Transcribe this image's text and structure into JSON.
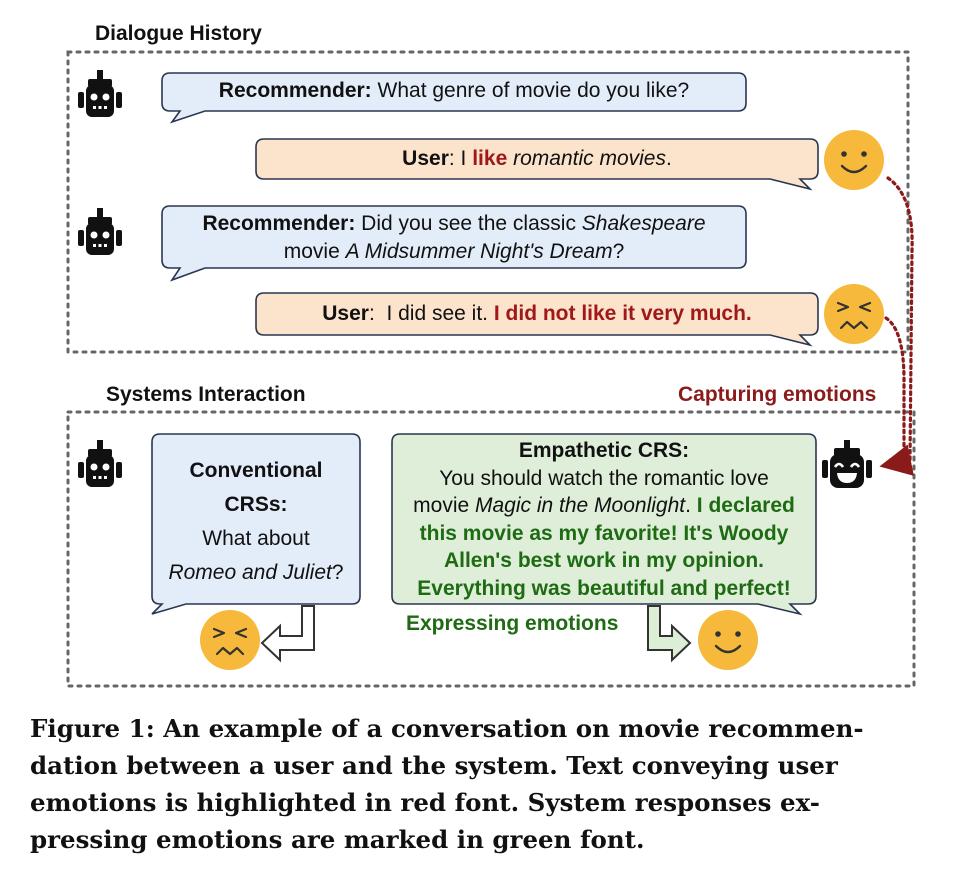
{
  "sections": {
    "history_title": "Dialogue History",
    "interaction_title": "Systems Interaction",
    "capturing_label": "Capturing emotions",
    "expressing_label": "Expressing emotions"
  },
  "dialogue": {
    "rec1": {
      "speaker": "Recommender:",
      "text": " What genre of movie do you like?"
    },
    "user1": {
      "speaker": "User",
      "sep": ": I ",
      "emotion": "like",
      "space": " ",
      "italic": "romantic movies",
      "end": "."
    },
    "rec2": {
      "speaker": "Recommender:",
      "text_a": " Did you see the classic ",
      "italic_a": "Shakespeare",
      "text_b": "movie ",
      "italic_b": "A Midsummer Night's Dream",
      "end": "?"
    },
    "user2": {
      "speaker": "User",
      "sep": ":  I did see it. ",
      "emotion": "I did not like it very much."
    }
  },
  "conventional": {
    "title_a": "Conventional",
    "title_b": "CRSs:",
    "text": "What about",
    "italic": "Romeo and Juliet",
    "end": "?"
  },
  "empathetic": {
    "title": "Empathetic CRS:",
    "line1": "You should watch the romantic love",
    "line2_a": "movie ",
    "line2_italic": "Magic in the Moonlight",
    "line2_b": ". ",
    "line2_green": "I declared",
    "green1": "this movie as my favorite! It's Woody",
    "green2": "Allen's best work in my opinion.",
    "green3": "Everything was beautiful and perfect!"
  },
  "caption": {
    "line1": "Figure 1: An example of a conversation on movie recommen-",
    "line2": "dation between a user and the system. Text conveying user",
    "line3": "emotions is highlighted in red font. System responses ex-",
    "line4": "pressing emotions are marked in green font."
  },
  "colors": {
    "recommender_bubble": "#e3ecf9",
    "user_bubble": "#fce3cc",
    "empathetic_bubble": "#deeed9",
    "emoji": "#f6b93b",
    "capture_arrow": "#8b1a1a",
    "emotion_red": "#a01818",
    "emotion_green": "#1e6b13"
  },
  "icons": {
    "robot": "robot-icon",
    "happy_robot": "happy-robot-icon",
    "smiley": "smiley-face-icon",
    "sad": "sad-face-icon"
  }
}
